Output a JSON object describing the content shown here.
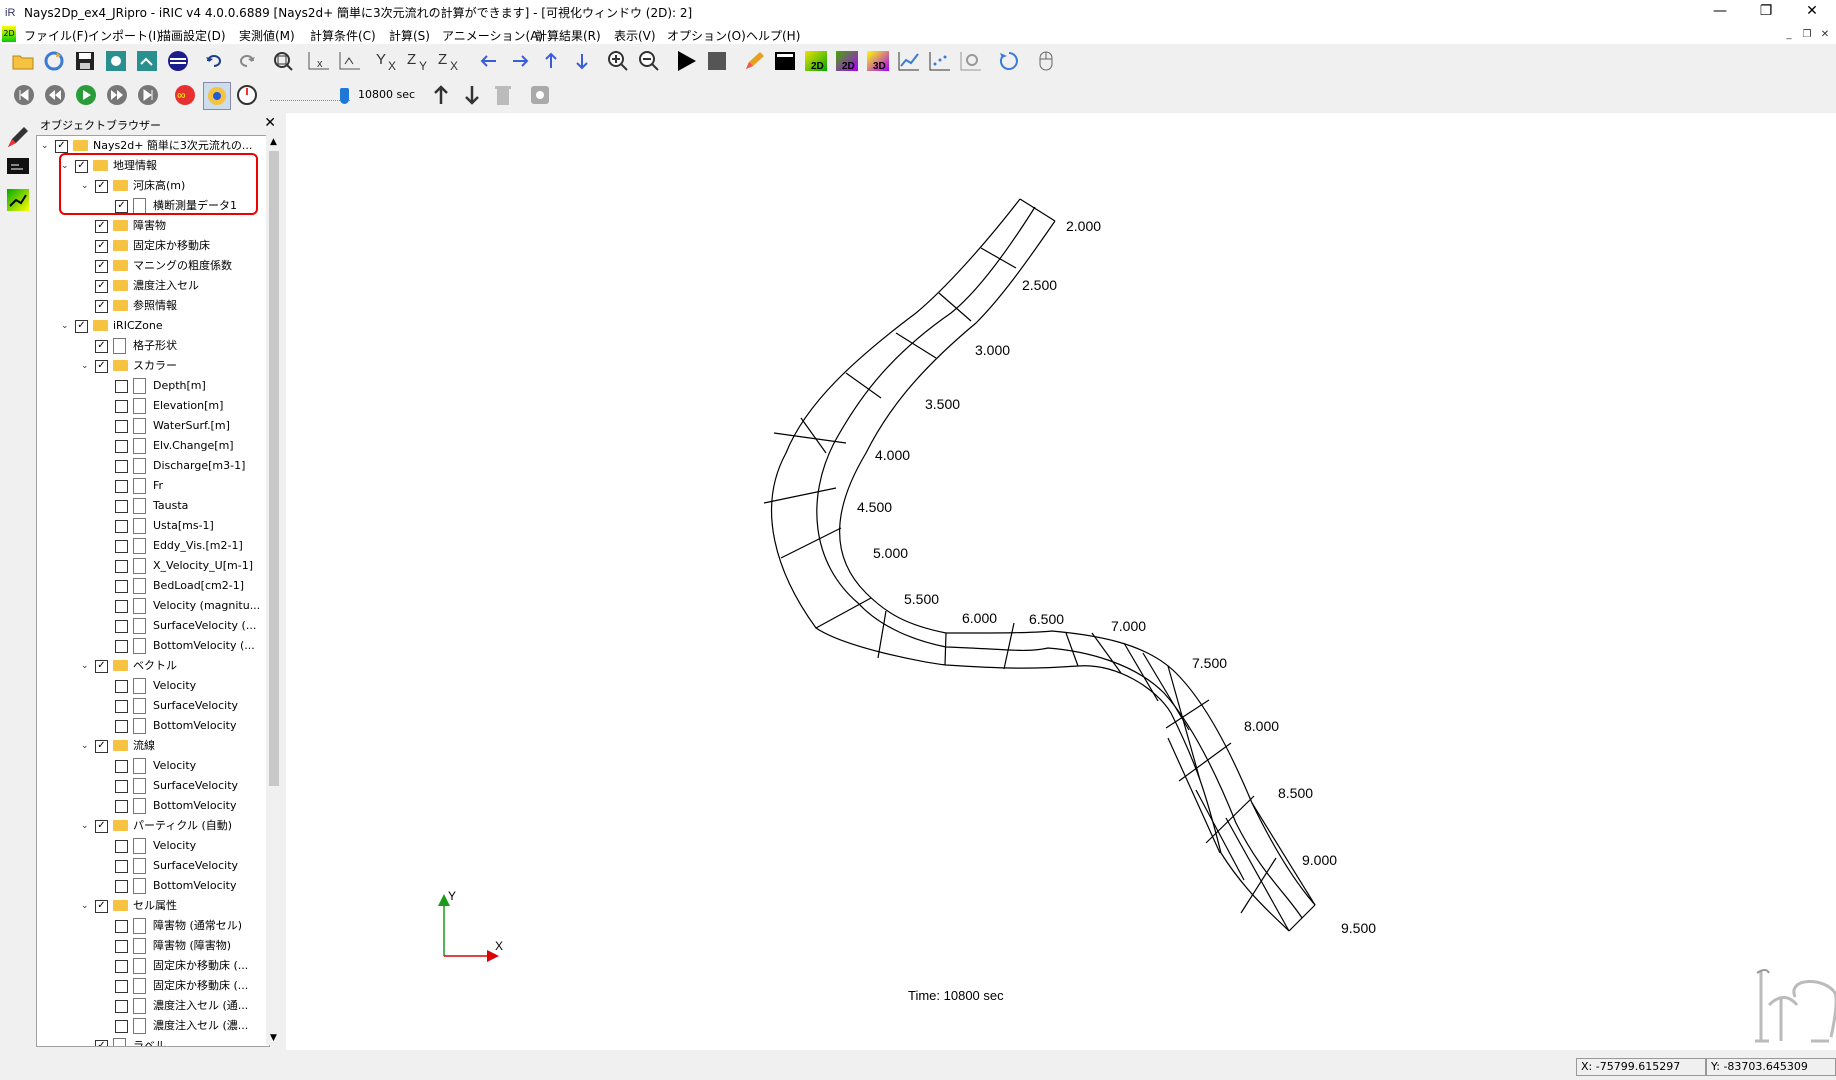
{
  "window": {
    "title": "Nays2Dp_ex4_JRipro - iRIC v4 4.0.0.6889 [Nays2d+ 簡単に3次元流れの計算ができます] - [可視化ウィンドウ (2D): 2]",
    "minimize": "—",
    "restore": "❐",
    "close": "✕"
  },
  "menu": [
    "ファイル(F)",
    "インポート(I)",
    "描画設定(D)",
    "実測値(M)",
    "計算条件(C)",
    "計算(S)",
    "アニメーション(A)",
    "計算結果(R)",
    "表示(V)",
    "オプション(O)",
    "ヘルプ(H)"
  ],
  "toolbar": {
    "time_value": "10800 sec"
  },
  "object_browser": {
    "title": "オブジェクトブラウザー",
    "close": "✕",
    "items": [
      {
        "label": "Nays2d+ 簡単に3次元流れの...",
        "level": 0,
        "arrow": "v",
        "checked": true,
        "icon": "folder"
      },
      {
        "label": "地理情報",
        "level": 1,
        "arrow": "v",
        "checked": true,
        "icon": "folder"
      },
      {
        "label": "河床高(m)",
        "level": 2,
        "arrow": "v",
        "checked": true,
        "icon": "folder"
      },
      {
        "label": "横断測量データ1",
        "level": 3,
        "arrow": "",
        "checked": true,
        "icon": "doc"
      },
      {
        "label": "障害物",
        "level": 2,
        "arrow": "",
        "checked": true,
        "icon": "folder"
      },
      {
        "label": "固定床か移動床",
        "level": 2,
        "arrow": "",
        "checked": true,
        "icon": "folder"
      },
      {
        "label": "マニングの粗度係数",
        "level": 2,
        "arrow": "",
        "checked": true,
        "icon": "folder"
      },
      {
        "label": "濃度注入セル",
        "level": 2,
        "arrow": "",
        "checked": true,
        "icon": "folder"
      },
      {
        "label": "参照情報",
        "level": 2,
        "arrow": "",
        "checked": true,
        "icon": "folder"
      },
      {
        "label": "iRICZone",
        "level": 1,
        "arrow": "v",
        "checked": true,
        "icon": "folder"
      },
      {
        "label": "格子形状",
        "level": 2,
        "arrow": "",
        "checked": true,
        "icon": "doc"
      },
      {
        "label": "スカラー",
        "level": 2,
        "arrow": "v",
        "checked": true,
        "icon": "folder"
      },
      {
        "label": "Depth[m]",
        "level": 3,
        "arrow": "",
        "checked": false,
        "icon": "doc"
      },
      {
        "label": "Elevation[m]",
        "level": 3,
        "arrow": "",
        "checked": false,
        "icon": "doc"
      },
      {
        "label": "WaterSurf.[m]",
        "level": 3,
        "arrow": "",
        "checked": false,
        "icon": "doc"
      },
      {
        "label": "Elv.Change[m]",
        "level": 3,
        "arrow": "",
        "checked": false,
        "icon": "doc"
      },
      {
        "label": "Discharge[m3-1]",
        "level": 3,
        "arrow": "",
        "checked": false,
        "icon": "doc"
      },
      {
        "label": "Fr",
        "level": 3,
        "arrow": "",
        "checked": false,
        "icon": "doc"
      },
      {
        "label": "Tausta",
        "level": 3,
        "arrow": "",
        "checked": false,
        "icon": "doc"
      },
      {
        "label": "Usta[ms-1]",
        "level": 3,
        "arrow": "",
        "checked": false,
        "icon": "doc"
      },
      {
        "label": "Eddy_Vis.[m2-1]",
        "level": 3,
        "arrow": "",
        "checked": false,
        "icon": "doc"
      },
      {
        "label": "X_Velocity_U[m-1]",
        "level": 3,
        "arrow": "",
        "checked": false,
        "icon": "doc"
      },
      {
        "label": "BedLoad[cm2-1]",
        "level": 3,
        "arrow": "",
        "checked": false,
        "icon": "doc"
      },
      {
        "label": "Velocity (magnitu...",
        "level": 3,
        "arrow": "",
        "checked": false,
        "icon": "doc"
      },
      {
        "label": "SurfaceVelocity (...",
        "level": 3,
        "arrow": "",
        "checked": false,
        "icon": "doc"
      },
      {
        "label": "BottomVelocity (...",
        "level": 3,
        "arrow": "",
        "checked": false,
        "icon": "doc"
      },
      {
        "label": "ベクトル",
        "level": 2,
        "arrow": "v",
        "checked": true,
        "icon": "folder"
      },
      {
        "label": "Velocity",
        "level": 3,
        "arrow": "",
        "checked": false,
        "icon": "doc"
      },
      {
        "label": "SurfaceVelocity",
        "level": 3,
        "arrow": "",
        "checked": false,
        "icon": "doc"
      },
      {
        "label": "BottomVelocity",
        "level": 3,
        "arrow": "",
        "checked": false,
        "icon": "doc"
      },
      {
        "label": "流線",
        "level": 2,
        "arrow": "v",
        "checked": true,
        "icon": "folder"
      },
      {
        "label": "Velocity",
        "level": 3,
        "arrow": "",
        "checked": false,
        "icon": "doc"
      },
      {
        "label": "SurfaceVelocity",
        "level": 3,
        "arrow": "",
        "checked": false,
        "icon": "doc"
      },
      {
        "label": "BottomVelocity",
        "level": 3,
        "arrow": "",
        "checked": false,
        "icon": "doc"
      },
      {
        "label": "パーティクル (自動)",
        "level": 2,
        "arrow": "v",
        "checked": true,
        "icon": "folder"
      },
      {
        "label": "Velocity",
        "level": 3,
        "arrow": "",
        "checked": false,
        "icon": "doc"
      },
      {
        "label": "SurfaceVelocity",
        "level": 3,
        "arrow": "",
        "checked": false,
        "icon": "doc"
      },
      {
        "label": "BottomVelocity",
        "level": 3,
        "arrow": "",
        "checked": false,
        "icon": "doc"
      },
      {
        "label": "セル属性",
        "level": 2,
        "arrow": "v",
        "checked": true,
        "icon": "folder"
      },
      {
        "label": "障害物 (通常セル)",
        "level": 3,
        "arrow": "",
        "checked": false,
        "icon": "doc"
      },
      {
        "label": "障害物 (障害物)",
        "level": 3,
        "arrow": "",
        "checked": false,
        "icon": "doc"
      },
      {
        "label": "固定床か移動床 (...",
        "level": 3,
        "arrow": "",
        "checked": false,
        "icon": "doc"
      },
      {
        "label": "固定床か移動床 (...",
        "level": 3,
        "arrow": "",
        "checked": false,
        "icon": "doc"
      },
      {
        "label": "濃度注入セル (通...",
        "level": 3,
        "arrow": "",
        "checked": false,
        "icon": "doc"
      },
      {
        "label": "濃度注入セル (濃...",
        "level": 3,
        "arrow": "",
        "checked": false,
        "icon": "doc"
      },
      {
        "label": "ラベル",
        "level": 2,
        "arrow": "",
        "checked": true,
        "icon": "doc"
      }
    ]
  },
  "canvas": {
    "station_labels": [
      "2.000",
      "2.500",
      "3.000",
      "3.500",
      "4.000",
      "4.500",
      "5.000",
      "5.500",
      "6.000",
      "6.500",
      "7.000",
      "7.500",
      "8.000",
      "8.500",
      "9.000",
      "9.500"
    ],
    "axis_y": "Y",
    "axis_x": "X",
    "time_text": "Time:  10800 sec"
  },
  "status": {
    "x": "X: -75799.615297",
    "y": "Y: -83703.645309"
  }
}
